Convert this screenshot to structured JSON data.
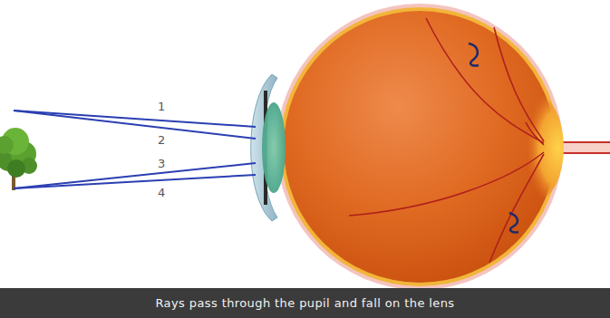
{
  "diagram": {
    "caption": "Rays pass through the pupil and fall on the lens",
    "labels": [
      "1",
      "2",
      "3",
      "4"
    ]
  }
}
